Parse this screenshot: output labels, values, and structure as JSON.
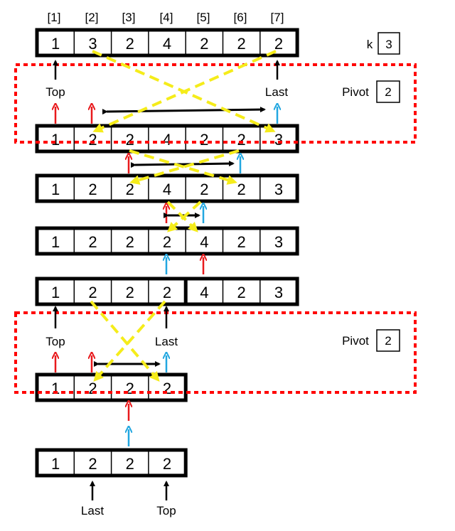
{
  "indices": [
    "[1]",
    "[2]",
    "[3]",
    "[4]",
    "[5]",
    "[6]",
    "[7]"
  ],
  "k": {
    "label": "k",
    "value": "3"
  },
  "pivots": [
    {
      "label": "Pivot",
      "value": "2"
    },
    {
      "label": "Pivot",
      "value": "2"
    }
  ],
  "pointer_labels": {
    "top_1": "Top",
    "last_1": "Last",
    "top_2": "Top",
    "last_2": "Last",
    "last_3": "Last",
    "top_3": "Top"
  },
  "rows": [
    {
      "values": [
        "1",
        "3",
        "2",
        "4",
        "2",
        "2",
        "2"
      ],
      "divider_after": null
    },
    {
      "values": [
        "1",
        "2",
        "2",
        "4",
        "2",
        "2",
        "3"
      ],
      "divider_after": null
    },
    {
      "values": [
        "1",
        "2",
        "2",
        "4",
        "2",
        "2",
        "3"
      ],
      "divider_after": null
    },
    {
      "values": [
        "1",
        "2",
        "2",
        "2",
        "4",
        "2",
        "3"
      ],
      "divider_after": null
    },
    {
      "values": [
        "1",
        "2",
        "2",
        "2",
        "4",
        "2",
        "3"
      ],
      "divider_after": 4
    },
    {
      "values": [
        "1",
        "2",
        "2",
        "2"
      ],
      "divider_after": null
    },
    {
      "values": [
        "1",
        "2",
        "2",
        "2"
      ],
      "divider_after": null
    }
  ],
  "colors": {
    "top_pointer": "#e8191c",
    "last_pointer": "#22a7e0",
    "swap": "#f5ec1a",
    "frame": "#ff0000",
    "ink": "#000000"
  }
}
